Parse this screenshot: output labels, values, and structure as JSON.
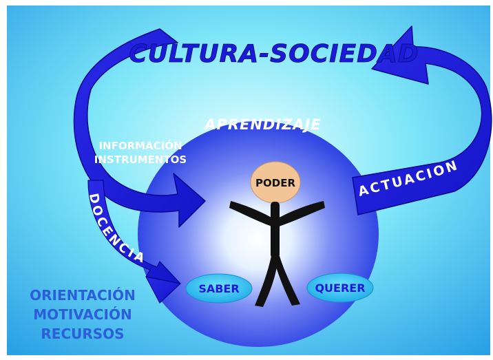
{
  "title": "CULTURA-SOCIEDAD",
  "center": {
    "label": "APRENDIZAJE",
    "head_label": "PODER",
    "left_bubble": "SABER",
    "right_bubble": "QUERER"
  },
  "left_arrow": {
    "label": "DOCENCIA",
    "inputs": [
      "INFORMACIÓN",
      "INSTRUMENTOS"
    ]
  },
  "right_arrow": {
    "label": "ACTUACION"
  },
  "bottom_left": {
    "lines": [
      "ORIENTACIÓN",
      "MOTIVACIÓN",
      "RECURSOS"
    ]
  },
  "colors": {
    "background_light": "#eaffff",
    "background_mid": "#7ee6f8",
    "background_dark": "#2aa0e6",
    "sphere": "#2b44e0",
    "arrow": "#1d1de0",
    "arrow_edge": "#070790",
    "head": "#f2c496",
    "bubble": "#34c3f2",
    "title": "#1a1ad8",
    "bottom_text": "#2a5fd8"
  },
  "icons": [
    "stick-figure-icon"
  ]
}
